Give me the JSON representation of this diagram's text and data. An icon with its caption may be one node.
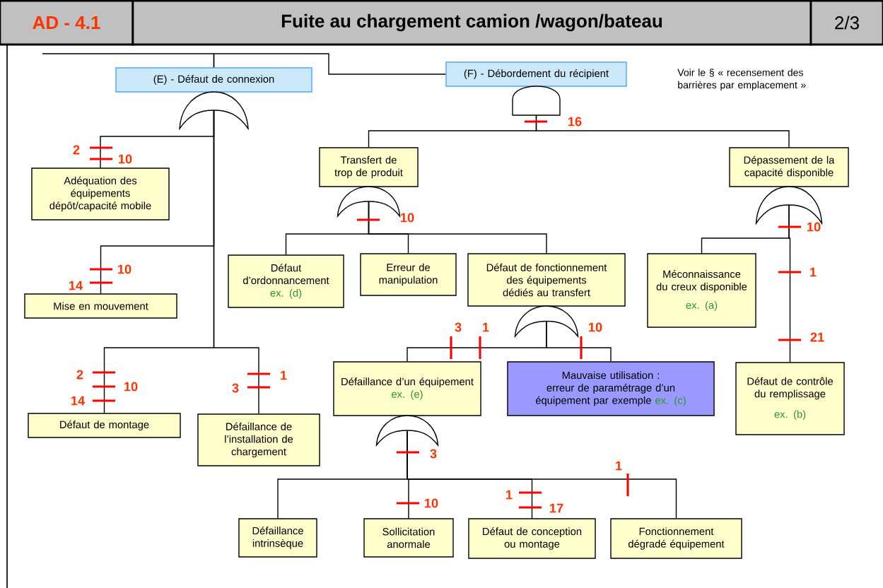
{
  "diagram": {
    "title": "Fuite au chargement camion /wagon/bateau",
    "nodes": [
      {
        "text": [
          "(E) - Défaut de connexion"
        ]
      },
      {
        "text": [
          "(F) - Débordement du récipient"
        ]
      },
      {
        "text": [
          "Adéquation des équipements dépôt/capacité mobile"
        ]
      },
      {
        "text": [
          "Mise en mouvement"
        ]
      },
      {
        "text": [
          "Défaut de montage"
        ]
      },
      {
        "text": [
          "Défaillance de l’installation de chargement"
        ]
      },
      {
        "text": [
          "Transfert de trop de produit"
        ]
      },
      {
        "text": [
          "Dépassement de la capacité disponible"
        ]
      },
      {
        "text": [
          "Défaut d’ordonnancement",
          "ex. (d)"
        ]
      },
      {
        "text": [
          "Erreur de manipulation"
        ]
      },
      {
        "text": [
          "Défaut de fonctionnement des équipements dédiés au transfert"
        ]
      },
      {
        "text": [
          "Méconnaissance du creux disponible",
          "ex. (a)"
        ]
      },
      {
        "text": [
          "Défaillance d’un équipement",
          "ex. (e)"
        ]
      },
      {
        "text": [
          "Mauvaise utilisation : erreur de paramétrage d’un équipement par exemple",
          "ex. (c)"
        ]
      },
      {
        "text": [
          "Défaut de contrôle du remplissage",
          "ex. (b)"
        ]
      },
      {
        "text": [
          "Défaillance intrinsèque"
        ]
      },
      {
        "text": [
          "Sollicitation anormale"
        ]
      },
      {
        "text": [
          "Défaut de conception ou montage"
        ]
      },
      {
        "text": [
          "Fonctionnement dégradé équipement"
        ]
      },
      {
        "text": [],
        "shape": "crescent"
      },
      {
        "text": [],
        "shape": "dome"
      },
      {
        "text": [],
        "shape": "crescent"
      },
      {
        "text": [],
        "shape": "crescent"
      },
      {
        "text": [],
        "shape": "crescent"
      },
      {
        "text": [],
        "shape": "crescent"
      }
    ],
    "edges": [
      {
        "from": null,
        "to": 0,
        "arrow": "none"
      },
      {
        "from": 0,
        "to": 1,
        "arrow": "none"
      },
      {
        "from": 19,
        "to": 2,
        "arrow": "none"
      },
      {
        "from": 19,
        "to": 3,
        "arrow": "none"
      },
      {
        "from": 19,
        "to": 4,
        "arrow": "none"
      },
      {
        "from": 19,
        "to": 5,
        "arrow": "none"
      },
      {
        "from": 20,
        "to": 6,
        "arrow": "none"
      },
      {
        "from": 20,
        "to": 7,
        "arrow": "none"
      },
      {
        "from": 21,
        "to": 8,
        "arrow": "none"
      },
      {
        "from": 21,
        "to": 9,
        "arrow": "none"
      },
      {
        "from": 21,
        "to": 10,
        "arrow": "none"
      },
      {
        "from": 22,
        "to": 11,
        "arrow": "none"
      },
      {
        "from": 22,
        "to": 14,
        "arrow": "none"
      },
      {
        "from": 23,
        "to": 12,
        "arrow": "none"
      },
      {
        "from": 23,
        "to": 13,
        "arrow": "none"
      },
      {
        "from": 24,
        "to": 15,
        "arrow": "none"
      },
      {
        "from": 24,
        "to": 16,
        "arrow": "none"
      },
      {
        "from": 24,
        "to": 17,
        "arrow": "none"
      },
      {
        "from": 24,
        "to": 18,
        "arrow": "none"
      }
    ],
    "labels": [
      "AD - 4.1",
      "2/3",
      "Voir le § « recensement des barrières par emplacement »",
      "2",
      "10",
      "16",
      "10",
      "10",
      "10",
      "14",
      "1",
      "3",
      "1",
      "10",
      "21",
      "2",
      "1",
      "10",
      "3",
      "14",
      "3",
      "1",
      "1",
      "10",
      "17"
    ]
  }
}
